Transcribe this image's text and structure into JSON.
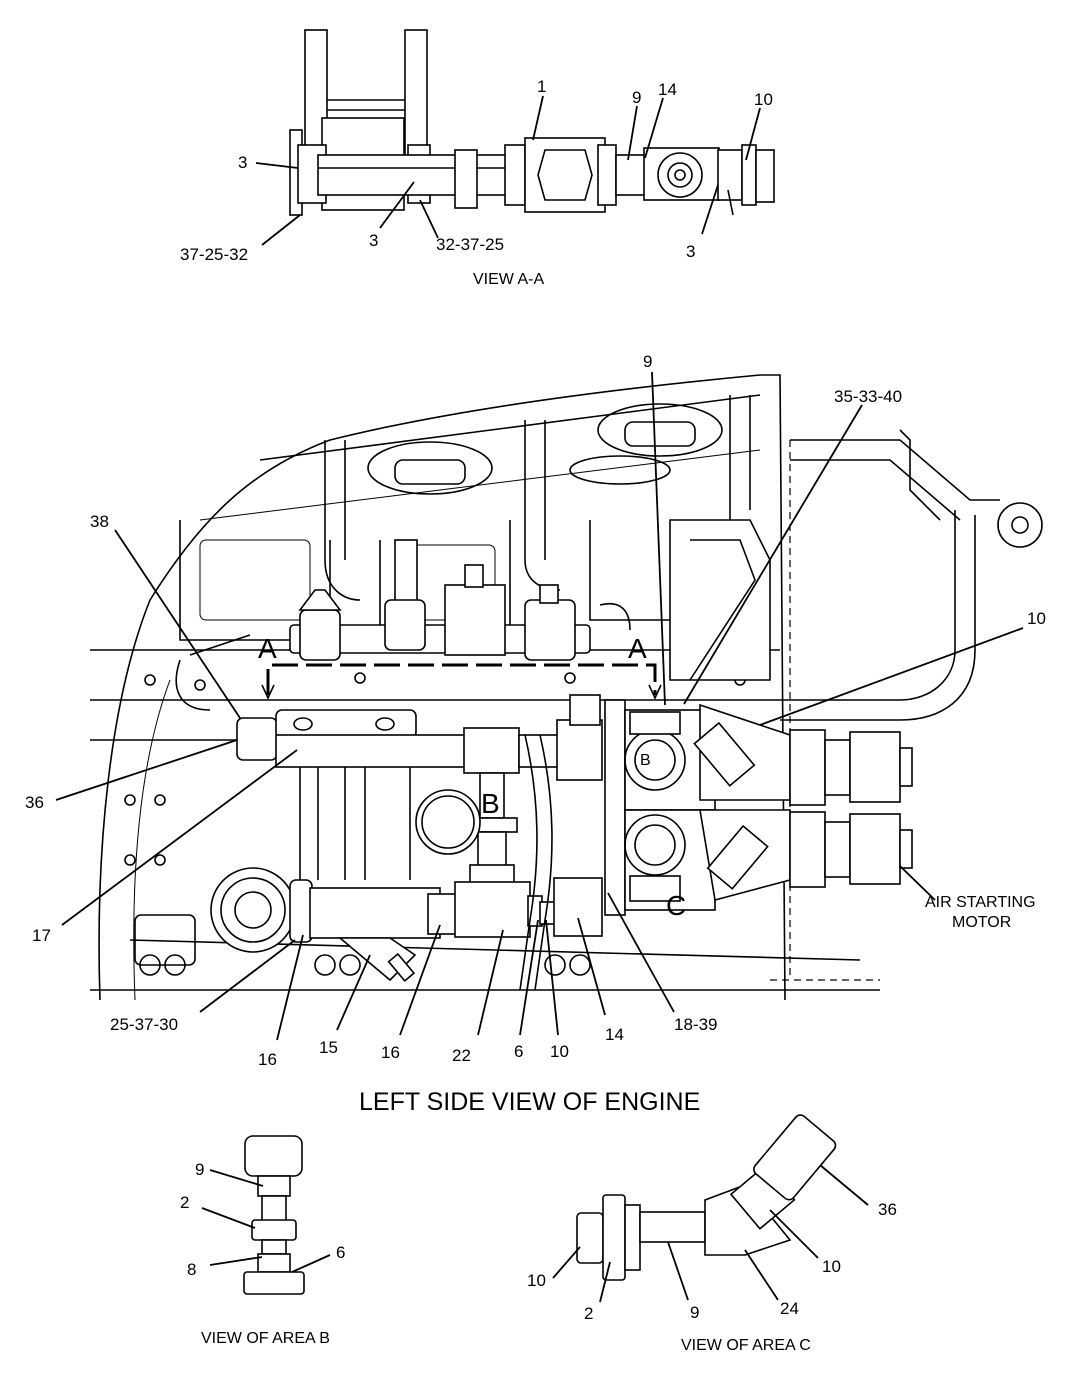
{
  "captions": {
    "view_aa": "VIEW A-A",
    "main_title": "LEFT SIDE VIEW OF ENGINE",
    "view_area_b": "VIEW OF AREA B",
    "view_area_c": "VIEW OF AREA C",
    "air_starting_motor_line1": "AIR STARTING",
    "air_starting_motor_line2": "MOTOR"
  },
  "section_letters": {
    "a_left": "A",
    "a_right": "A",
    "b": "B",
    "c": "C"
  },
  "callouts": {
    "view_aa": [
      "1",
      "9",
      "14",
      "10",
      "3",
      "3",
      "32-37-25",
      "37-25-32",
      "3"
    ],
    "main": [
      "9",
      "35-33-40",
      "38",
      "10",
      "36",
      "17",
      "25-37-30",
      "16",
      "15",
      "16",
      "22",
      "6",
      "10",
      "14",
      "18-39"
    ],
    "area_b": [
      "9",
      "2",
      "8",
      "6"
    ],
    "area_c": [
      "36",
      "10",
      "24",
      "9",
      "2",
      "10"
    ]
  }
}
